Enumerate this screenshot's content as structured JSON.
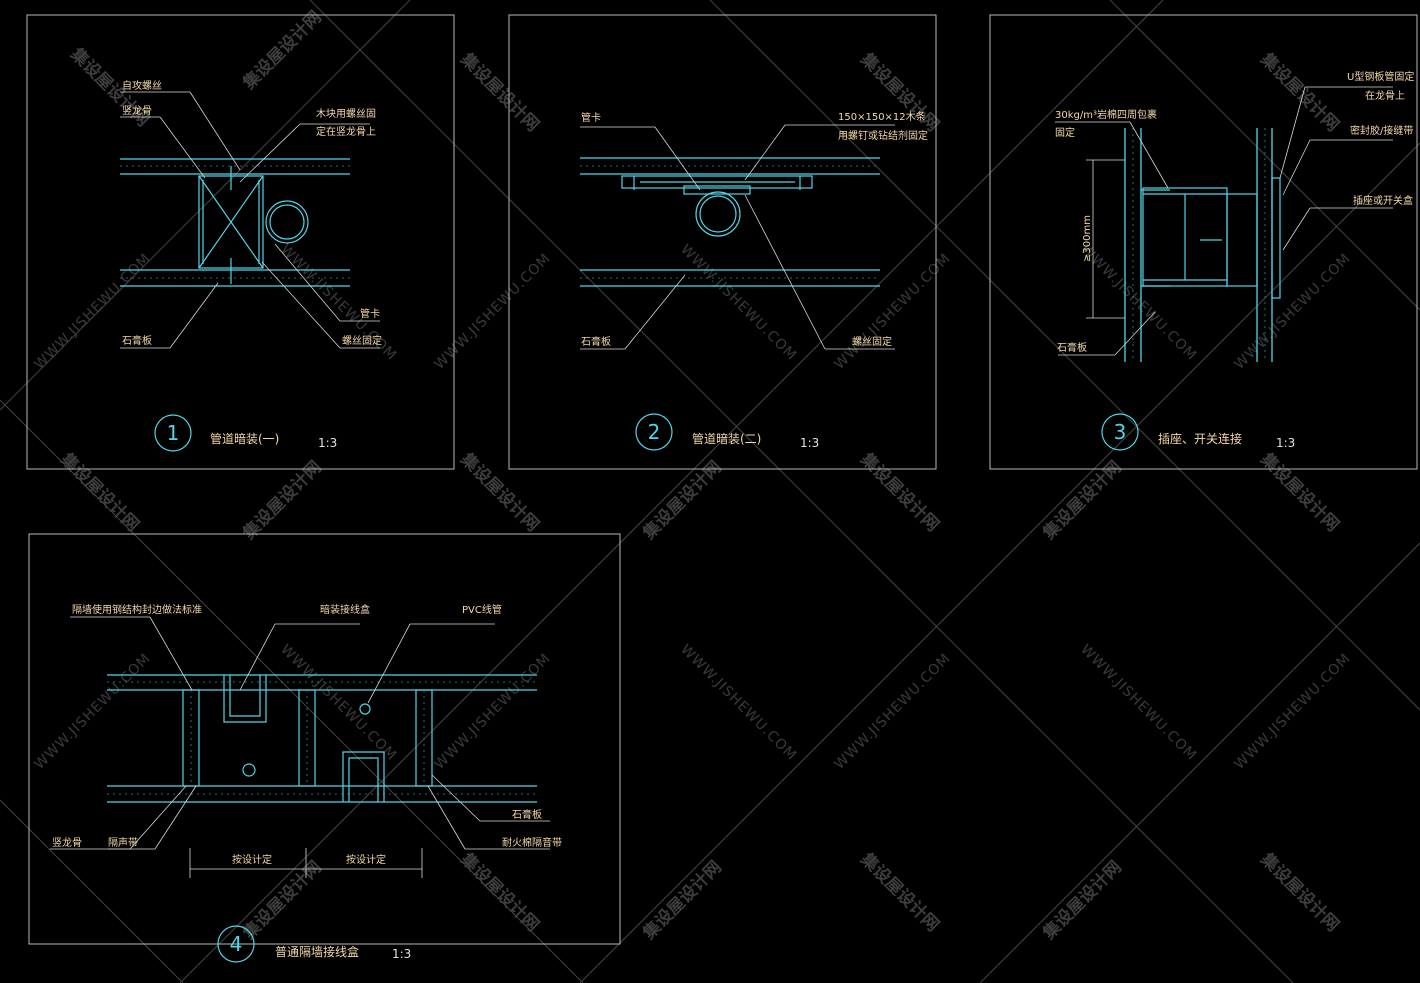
{
  "details": [
    {
      "number": "1",
      "title": "管道暗装(一)",
      "scale": "1:3",
      "labels": {
        "top_left_1": "自攻螺丝",
        "top_left_2": "竖龙骨",
        "top_right_1": "木块用螺丝固",
        "top_right_2": "定在竖龙骨上",
        "bottom_left": "石膏板",
        "bottom_right_1": "管卡",
        "bottom_right_2": "螺丝固定"
      }
    },
    {
      "number": "2",
      "title": "管道暗装(二)",
      "scale": "1:3",
      "labels": {
        "top_left": "管卡",
        "top_right_1": "150×150×12木条",
        "top_right_2": "用螺钉或钻结剂固定",
        "bottom_left": "石膏板",
        "bottom_right": "螺丝固定"
      }
    },
    {
      "number": "3",
      "title": "插座、开关连接",
      "scale": "1:3",
      "labels": {
        "top_left_1": "30kg/m³岩棉四周包裹",
        "top_left_2": "固定",
        "dimension": "≥300mm",
        "bottom_left": "石膏板",
        "top_right_1": "U型钢板管固定",
        "top_right_2": "在龙骨上",
        "right_1": "密封胶/接缝带",
        "right_2": "插座或开关盒"
      }
    },
    {
      "number": "4",
      "title": "普通隔墙接线盒",
      "scale": "1:3",
      "labels": {
        "top_left": "隔墙使用钢结构封边做法标准",
        "top_mid": "暗装接线盒",
        "top_right": "PVC线管",
        "bottom_left_1": "竖龙骨",
        "bottom_left_2": "隔声带",
        "bottom_right_1": "石膏板",
        "bottom_right_2": "耐火棉隔音带",
        "dim_1": "按设计定",
        "dim_2": "按设计定"
      }
    }
  ],
  "watermark": {
    "brand": "集设屋设计网",
    "url": "WWW.JISHEWU.COM"
  }
}
